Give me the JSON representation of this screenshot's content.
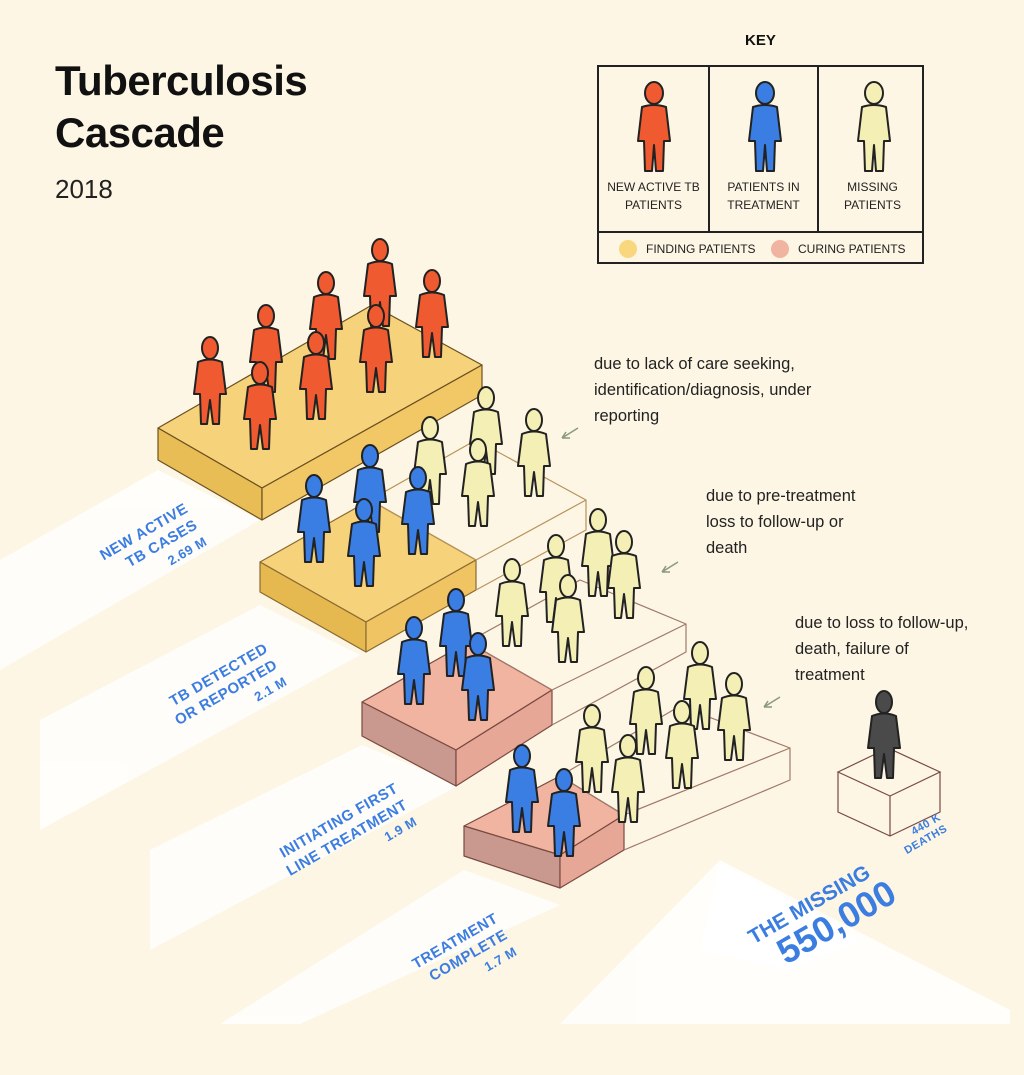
{
  "header": {
    "title": "Tuberculosis Cascade",
    "year": "2018"
  },
  "key": {
    "title": "KEY",
    "items": [
      {
        "label": "NEW ACTIVE TB PATIENTS",
        "color": "#ef5a30"
      },
      {
        "label": "PATIENTS IN TREATMENT",
        "color": "#3a7ee3"
      },
      {
        "label": "MISSING PATIENTS",
        "color": "#f4efb4"
      }
    ],
    "phases": [
      {
        "label": "FINDING PATIENTS",
        "color": "#f8d77e"
      },
      {
        "label": "CURING PATIENTS",
        "color": "#f0b4a0"
      }
    ]
  },
  "notes": [
    "due to lack of care seeking, identification/diagnosis, under reporting",
    "due to pre-treatment loss to follow-up or death",
    "due to loss to follow-up, death, failure of treatment"
  ],
  "stages": [
    {
      "label": "NEW ACTIVE\nTB CASES",
      "value": "2.69 M",
      "count_m": 2.69
    },
    {
      "label": "TB DETECTED\nOR REPORTED",
      "value": "2.1 M",
      "count_m": 2.1
    },
    {
      "label": "INITIATING FIRST\nLINE TREATMENT",
      "value": "1.9 M",
      "count_m": 1.9
    },
    {
      "label": "TREATMENT\nCOMPLETE",
      "value": "1.7 M",
      "count_m": 1.7
    }
  ],
  "deaths": {
    "label": "440 K\nDEATHS",
    "value_k": 440,
    "color": "#4a4a4a"
  },
  "missing": {
    "line1": "THE MISSING",
    "line2": "550,000"
  }
}
